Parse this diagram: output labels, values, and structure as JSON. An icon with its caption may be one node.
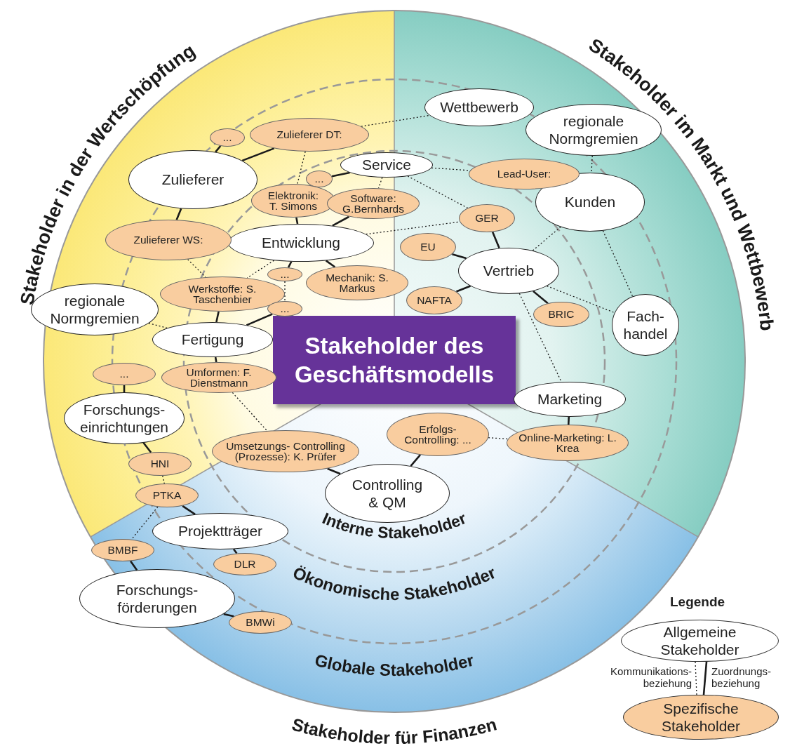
{
  "diagram": {
    "nodes": [
      {
        "text": [
          "Stakeholder des Geschäftsmodells"
        ]
      },
      {
        "text": [
          "Zulieferer"
        ]
      },
      {
        "text": [
          "Service"
        ]
      },
      {
        "text": [
          "Wettbewerb"
        ]
      },
      {
        "text": [
          "regionale Normgremien"
        ]
      },
      {
        "text": [
          "Kunden"
        ]
      },
      {
        "text": [
          "Entwicklung"
        ]
      },
      {
        "text": [
          "Vertrieb"
        ]
      },
      {
        "text": [
          "regionale Normgremien"
        ]
      },
      {
        "text": [
          "Fach- handel"
        ]
      },
      {
        "text": [
          "Fertigung"
        ]
      },
      {
        "text": [
          "Marketing"
        ]
      },
      {
        "text": [
          "Forschungs- einrichtungen"
        ]
      },
      {
        "text": [
          "Controlling & QM"
        ]
      },
      {
        "text": [
          "Projektträger"
        ]
      },
      {
        "text": [
          "Forschungs- förderungen"
        ]
      },
      {
        "text": [
          "..."
        ]
      },
      {
        "text": [
          "Zulieferer DT:"
        ]
      },
      {
        "text": [
          "..."
        ]
      },
      {
        "text": [
          "Elektronik: T. Simons"
        ]
      },
      {
        "text": [
          "Software: G.Bernhards"
        ]
      },
      {
        "text": [
          "Lead-User:"
        ]
      },
      {
        "text": [
          "Zulieferer WS:"
        ]
      },
      {
        "text": [
          "GER"
        ]
      },
      {
        "text": [
          "EU"
        ]
      },
      {
        "text": [
          "..."
        ]
      },
      {
        "text": [
          "Mechanik: S. Markus"
        ]
      },
      {
        "text": [
          "Werkstoffe: S. Taschenbier"
        ]
      },
      {
        "text": [
          "NAFTA"
        ]
      },
      {
        "text": [
          "..."
        ]
      },
      {
        "text": [
          "BRIC"
        ]
      },
      {
        "text": [
          "..."
        ]
      },
      {
        "text": [
          "Umformen: F. Dienstmann"
        ]
      },
      {
        "text": [
          "Erfolgs- Controlling: ..."
        ]
      },
      {
        "text": [
          "Online-Marketing: L. Krea"
        ]
      },
      {
        "text": [
          "Umsetzungs- Controlling (Prozesse): K. Prüfer"
        ]
      },
      {
        "text": [
          "HNI"
        ]
      },
      {
        "text": [
          "PTKA"
        ]
      },
      {
        "text": [
          "BMBF"
        ]
      },
      {
        "text": [
          "DLR"
        ]
      },
      {
        "text": [
          "BMWi"
        ]
      }
    ],
    "edges": [
      {
        "from": 1,
        "to": 16,
        "arrow": "none"
      },
      {
        "from": 1,
        "to": 17,
        "arrow": "none"
      },
      {
        "from": 1,
        "to": 22,
        "arrow": "none"
      },
      {
        "from": 2,
        "to": 18,
        "arrow": "none"
      },
      {
        "from": 6,
        "to": 19,
        "arrow": "none"
      },
      {
        "from": 6,
        "to": 20,
        "arrow": "none"
      },
      {
        "from": 6,
        "to": 25,
        "arrow": "none"
      },
      {
        "from": 6,
        "to": 26,
        "arrow": "none"
      },
      {
        "from": 7,
        "to": 23,
        "arrow": "none"
      },
      {
        "from": 7,
        "to": 24,
        "arrow": "none"
      },
      {
        "from": 7,
        "to": 28,
        "arrow": "none"
      },
      {
        "from": 7,
        "to": 30,
        "arrow": "none"
      },
      {
        "from": 10,
        "to": 27,
        "arrow": "none"
      },
      {
        "from": 10,
        "to": 29,
        "arrow": "none"
      },
      {
        "from": 10,
        "to": 32,
        "arrow": "none"
      },
      {
        "from": 11,
        "to": 34,
        "arrow": "none"
      },
      {
        "from": 12,
        "to": 31,
        "arrow": "none"
      },
      {
        "from": 12,
        "to": 36,
        "arrow": "none"
      },
      {
        "from": 13,
        "to": 33,
        "arrow": "none"
      },
      {
        "from": 13,
        "to": 35,
        "arrow": "none"
      },
      {
        "from": 14,
        "to": 37,
        "arrow": "none"
      },
      {
        "from": 14,
        "to": 39,
        "arrow": "none"
      },
      {
        "from": 15,
        "to": 38,
        "arrow": "none"
      },
      {
        "from": 15,
        "to": 40,
        "arrow": "none"
      },
      {
        "from": 17,
        "to": 3,
        "arrow": "none",
        "style": "dashed"
      },
      {
        "from": 17,
        "to": 19,
        "arrow": "none",
        "style": "dashed"
      },
      {
        "from": 2,
        "to": 20,
        "arrow": "none",
        "style": "dashed"
      },
      {
        "from": 2,
        "to": 21,
        "arrow": "none",
        "style": "dashed"
      },
      {
        "from": 2,
        "to": 23,
        "arrow": "none",
        "style": "dashed"
      },
      {
        "from": 6,
        "to": 23,
        "arrow": "none",
        "style": "dashed"
      },
      {
        "from": 22,
        "to": 27,
        "arrow": "none",
        "style": "dashed"
      },
      {
        "from": 6,
        "to": 27,
        "arrow": "none",
        "style": "dashed"
      },
      {
        "from": 25,
        "to": 29,
        "arrow": "none",
        "style": "dashed"
      },
      {
        "from": 4,
        "to": 5,
        "arrow": "none",
        "style": "dashed"
      },
      {
        "from": 5,
        "to": 7,
        "arrow": "none",
        "style": "dashed"
      },
      {
        "from": 5,
        "to": 9,
        "arrow": "none",
        "style": "dashed"
      },
      {
        "from": 7,
        "to": 9,
        "arrow": "none",
        "style": "dashed"
      },
      {
        "from": 7,
        "to": 11,
        "arrow": "none",
        "style": "dashed"
      },
      {
        "from": 8,
        "to": 10,
        "arrow": "none",
        "style": "dashed"
      },
      {
        "from": 32,
        "to": 35,
        "arrow": "none",
        "style": "dashed"
      },
      {
        "from": 33,
        "to": 34,
        "arrow": "none",
        "style": "dashed"
      },
      {
        "from": 36,
        "to": 37,
        "arrow": "none",
        "style": "dashed"
      },
      {
        "from": 37,
        "to": 38,
        "arrow": "none",
        "style": "dashed"
      }
    ],
    "labels": [
      "Stakeholder in der Wertschöpfung",
      "Stakeholder im Markt und Wettbewerb",
      "Interne Stakeholder",
      "Ökonomische Stakeholder",
      "Globale Stakeholder",
      "Legende",
      "Stakeholder für Finanzen"
    ],
    "legend": [
      {
        "text": "Allgemeine Stakeholder",
        "color": "#ffffff"
      },
      {
        "text": "Kommunikations- beziehung"
      },
      {
        "text": "Zuordnungs- beziehung"
      },
      {
        "text": "Spezifische Stakeholder",
        "color": "#f9cd9f"
      }
    ]
  }
}
